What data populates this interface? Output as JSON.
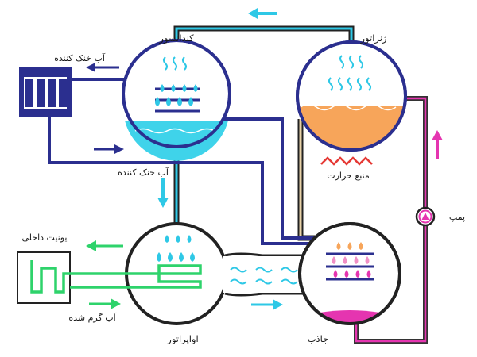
{
  "labels": {
    "condenser": "کندانسور",
    "generator": "ژنراتور",
    "evaporator": "اواپراتور",
    "absorber": "جاذب",
    "cooling_water_top": "آب خنک کننده",
    "cooling_water_mid": "آب خنک کننده",
    "heat_source": "منبع حرارت",
    "pump": "پمپ",
    "indoor_unit": "یونیت داخلی",
    "hot_water": "آب گرم شده"
  },
  "colors": {
    "refrigerant_vapor": "#2ec8e6",
    "circuit": "#2b2f8f",
    "hot_solution": "#f7a55a",
    "strong_solution": "#e535b0",
    "heater": "#e53935",
    "chilled_loop": "#2ed36b",
    "pipe_outline": "#222222",
    "weak_solution": "#c8a878"
  }
}
